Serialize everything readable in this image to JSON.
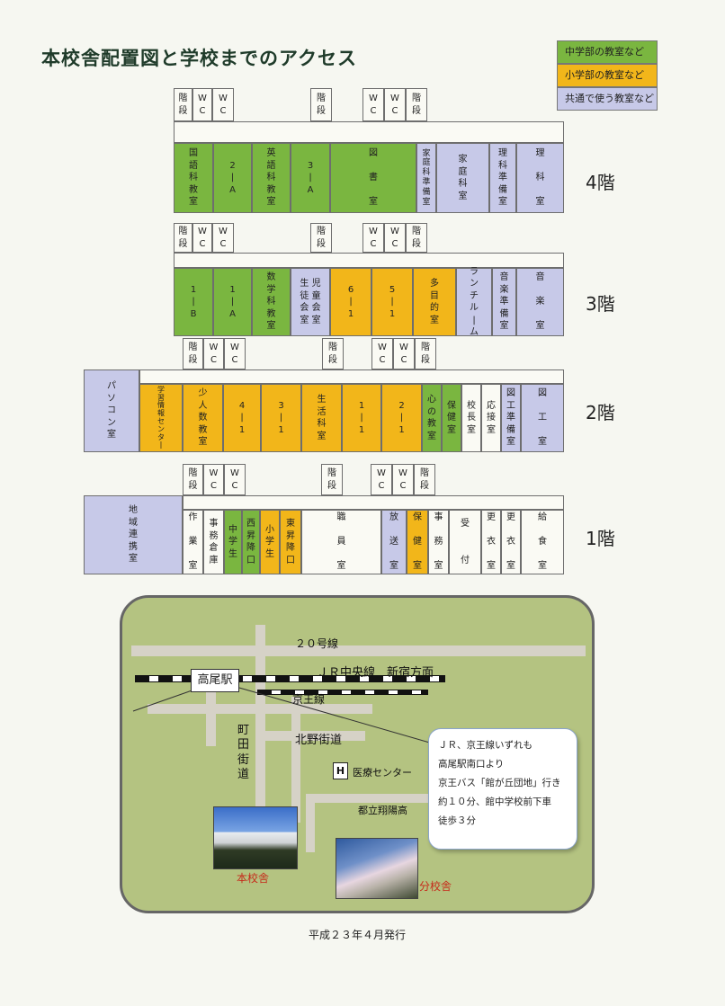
{
  "title": "本校舎配置図と学校までのアクセス",
  "legend": [
    {
      "label": "中学部の教室など",
      "color": "#7ab640"
    },
    {
      "label": "小学部の教室など",
      "color": "#f2b61a"
    },
    {
      "label": "共通で使う教室など",
      "color": "#c7c9e8"
    }
  ],
  "floors": {
    "f4": {
      "label": "4階",
      "top_cells": [
        "階\n段",
        "W\nC",
        "W\nC",
        "階\n段",
        "W\nC",
        "W\nC",
        "階\n段"
      ],
      "rooms": [
        "国\n語\n科\n教\n室",
        "2\n|\nA",
        "英\n語\n科\n教\n室",
        "3\n|\nA",
        "図\n\n書\n\n室",
        "家\n庭\n科\n準\n備\n室",
        "家\n庭\n科\n室",
        "理\n科\n準\n備\n室",
        "理\n\n科\n\n室"
      ]
    },
    "f3": {
      "label": "3階",
      "top_cells": [
        "階\n段",
        "W\nC",
        "W\nC",
        "階\n段",
        "W\nC",
        "W\nC",
        "階\n段"
      ],
      "rooms": [
        "1\n|\nB",
        "1\n|\nA",
        "数\n学\n科\n教\n室",
        "生 児\n徒 童\n会 会\n室 室",
        "6\n|\n1",
        "5\n|\n1",
        "多\n目\n的\n室",
        "ラ\nン\nチ\nル\n|\nム",
        "音\n楽\n準\n備\n室",
        "音\n\n楽\n\n室"
      ]
    },
    "f2": {
      "label": "2階",
      "top_cells": [
        "階\n段",
        "W\nC",
        "W\nC",
        "階\n段",
        "W\nC",
        "W\nC",
        "階\n段"
      ],
      "rooms": [
        "パ\nソ\nコ\nン\n室",
        "学\n習\n情\n報\nセ\nン\nタ\n|",
        "少\n人\n数\n教\n室",
        "4\n|\n1",
        "3\n|\n1",
        "生\n活\n科\n室",
        "1\n|\n1",
        "2\n|\n1",
        "心\nの\n教\n室",
        "保\n健\n室",
        "校\n長\n室",
        "応\n接\n室",
        "図\n工\n準\n備\n室",
        "図\n\n工\n\n室"
      ]
    },
    "f1": {
      "label": "1階",
      "top_cells": [
        "階\n段",
        "W\nC",
        "W\nC",
        "階\n段",
        "W\nC",
        "W\nC",
        "階\n段"
      ],
      "rooms": [
        "地\n域\n連\n携\n室",
        "作\n\n業\n\n室",
        "事\n務\n倉\n庫",
        "中\n学\n生",
        "西\n昇\n降\n口",
        "小\n学\n生",
        "東\n昇\n降\n口",
        "職\n\n員\n\n室",
        "放\n\n送\n\n室",
        "保\n\n健\n\n室",
        "事\n\n務\n\n室",
        "受\n\n\n付",
        "更\n\n衣\n\n室",
        "更\n\n衣\n\n室",
        "給\n\n食\n\n室"
      ]
    }
  },
  "map": {
    "road_20": "２０号線",
    "rail_jr": "ＪＲ中央線　新宿方面",
    "station": "高尾駅",
    "rail_keio": "京王線",
    "road_machida": "町\n田\n街\n道",
    "road_kitano": "北野街道",
    "medical_icon": "H",
    "medical": "医療センター",
    "school_other": "都立翔陽高",
    "main_school": "本校舎",
    "branch_school": "分校舎",
    "callout": "ＪＲ、京王線いずれも\n高尾駅南口より\n京王バス「館が丘団地」行き\n約１０分、館中学校前下車\n徒歩３分"
  },
  "footer": "平成２３年４月発行"
}
